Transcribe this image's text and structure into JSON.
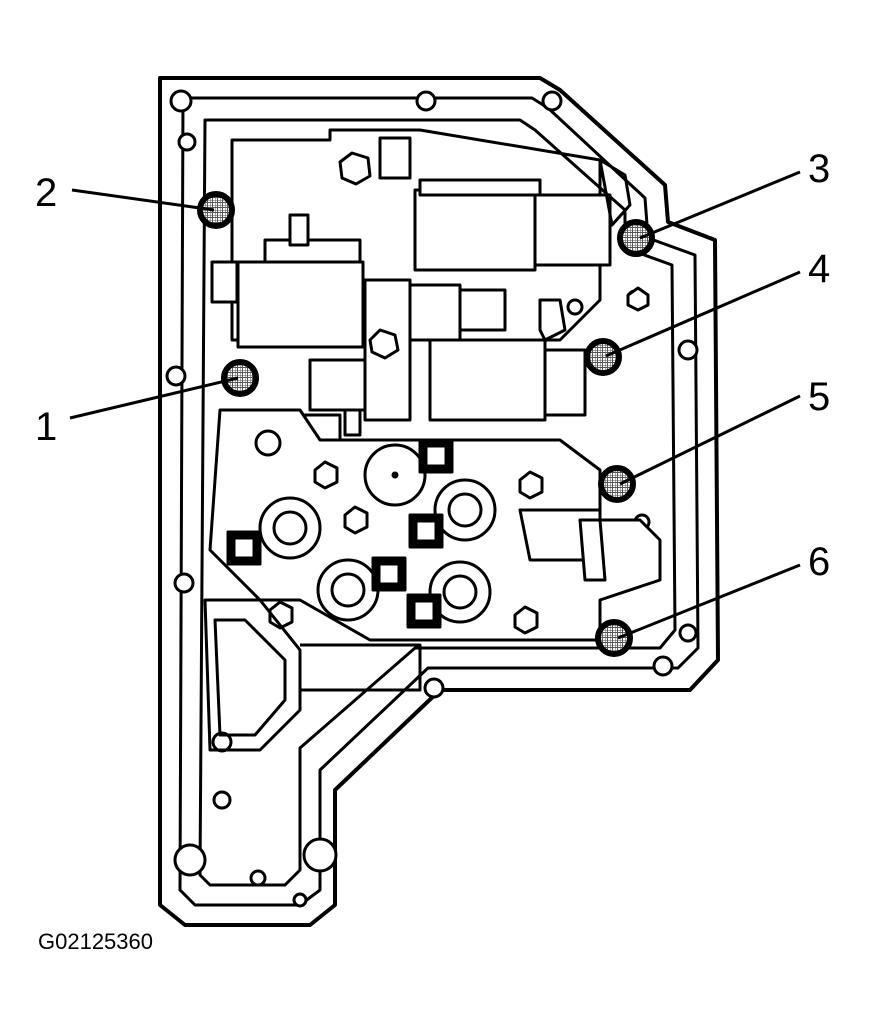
{
  "figure": {
    "code": "G02125360"
  },
  "callouts": [
    {
      "number": "1"
    },
    {
      "number": "2"
    },
    {
      "number": "3"
    },
    {
      "number": "4"
    },
    {
      "number": "5"
    },
    {
      "number": "6"
    }
  ],
  "colors": {
    "line": "#000000",
    "background": "#ffffff",
    "screen_fill": "#cfcfcf"
  }
}
